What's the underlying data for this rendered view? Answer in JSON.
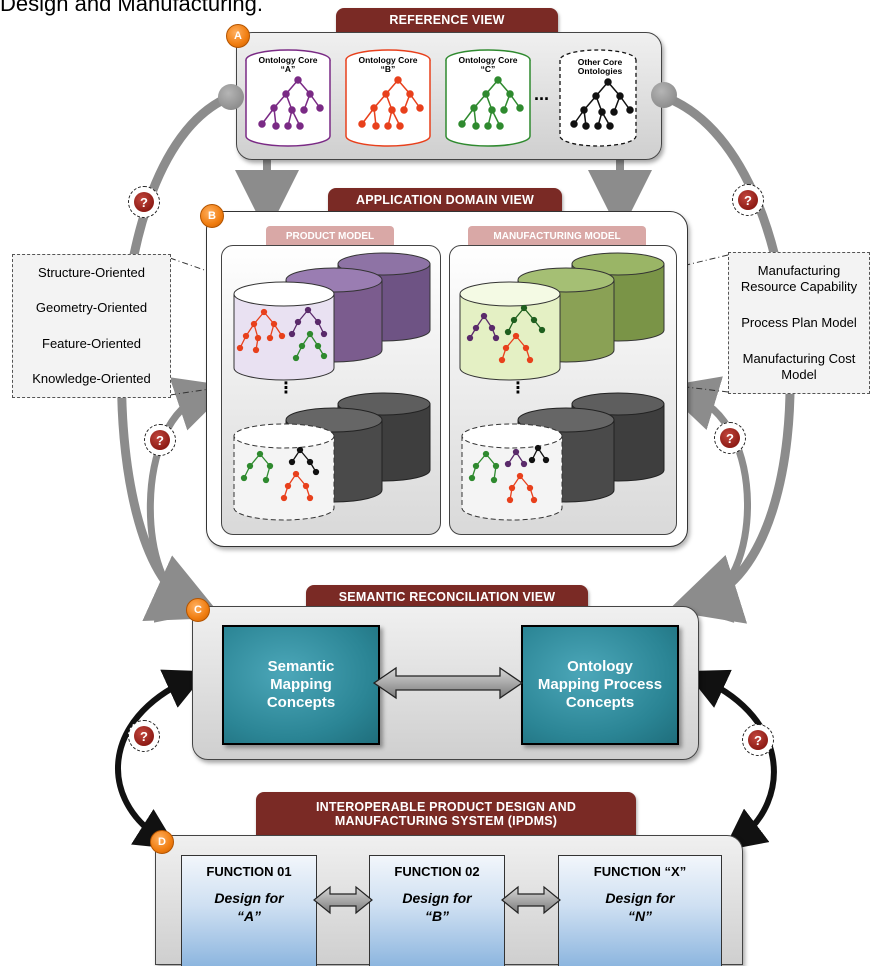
{
  "intro_fragment": "Design and Manufacturing.",
  "views": {
    "reference": {
      "badge": "A",
      "title": "REFERENCE VIEW",
      "ontologies": [
        {
          "label_line1": "Ontology Core",
          "label_line2": "“A”",
          "color": "#7a2a85"
        },
        {
          "label_line1": "Ontology Core",
          "label_line2": "“B”",
          "color": "#e8401c"
        },
        {
          "label_line1": "Ontology Core",
          "label_line2": "“C”",
          "color": "#2f8a2f"
        },
        {
          "label_line1": "Other Core",
          "label_line2": "Ontologies",
          "color": "#111111"
        }
      ],
      "ellipsis": "..."
    },
    "application": {
      "badge": "B",
      "title": "APPLICATION DOMAIN VIEW",
      "product_model": "PRODUCT MODEL",
      "manufacturing_model": "MANUFACTURING MODEL",
      "vertical_ellipsis": "⋮"
    },
    "semantic": {
      "badge": "C",
      "title": "SEMANTIC RECONCILIATION VIEW",
      "left_box": [
        "Semantic",
        "Mapping",
        "Concepts"
      ],
      "right_box": [
        "Ontology",
        "Mapping Process",
        "Concepts"
      ]
    },
    "ipdms": {
      "badge": "D",
      "title_line1": "INTEROPERABLE PRODUCT DESIGN AND",
      "title_line2": "MANUFACTURING SYSTEM (IPDMS)",
      "functions": [
        {
          "title": "FUNCTION 01",
          "line1": "Design for",
          "line2": "“A”"
        },
        {
          "title": "FUNCTION 02",
          "line1": "Design for",
          "line2": "“B”"
        },
        {
          "title": "FUNCTION “X”",
          "line1": "Design for",
          "line2": "“N”"
        }
      ]
    }
  },
  "left_aspects": [
    "Structure-Oriented",
    "Geometry-Oriented",
    "Feature-Oriented",
    "Knowledge-Oriented"
  ],
  "right_aspects": [
    "Manufacturing",
    "Resource Capability",
    "Process Plan Model",
    "Manufacturing Cost",
    "Model"
  ],
  "question_mark": "?",
  "colors": {
    "tab_dark_red": "#7a2a25",
    "tab_pink": "#d9a8a6",
    "badge_orange": "#f07d10",
    "teal": "#2b8595",
    "purple_cylinder": "#7b5c8e",
    "green_cylinder": "#8aa155",
    "dark_cylinder": "#4a4a4a",
    "arrow_gray": "#8c8c8c"
  }
}
